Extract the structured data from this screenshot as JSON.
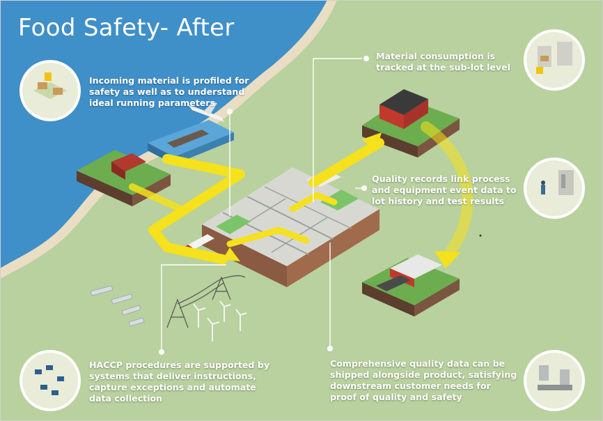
{
  "title": "Food Safety- After",
  "captions": {
    "incoming": {
      "lines": [
        "Incoming material is profiled for",
        "safety as well as to understand",
        "ideal running parameters"
      ]
    },
    "consumption": {
      "lines": [
        "Material consumption is",
        "tracked at the sub-lot level"
      ]
    },
    "quality_records": {
      "lines": [
        "Quality records link process",
        "and equipment event data to",
        "lot history and test results"
      ]
    },
    "haccp": {
      "lines": [
        "HACCP procedures are supported by",
        "systems that deliver instructions,",
        "capture exceptions and automate",
        "data collection"
      ]
    },
    "comprehensive": {
      "lines": [
        "Comprehensive quality data can be",
        "shipped alongside product, satisfying",
        "downstream customer needs for",
        "proof of quality and safety"
      ]
    }
  },
  "colors": {
    "sea": "#3f8fc9",
    "shore": "#e9ddc3",
    "land": "#b8d19e",
    "flow_arrow": "#f5e11c",
    "caption_text": "#ffffff"
  },
  "icons": {
    "top_left_circle": "warehouse-forklift-icon",
    "top_right_circle": "warehouse-shelves-icon",
    "mid_right_circle": "control-room-operators-icon",
    "bottom_left_circle": "office-workstations-icon",
    "bottom_right_circle": "robotic-machinery-icon"
  }
}
